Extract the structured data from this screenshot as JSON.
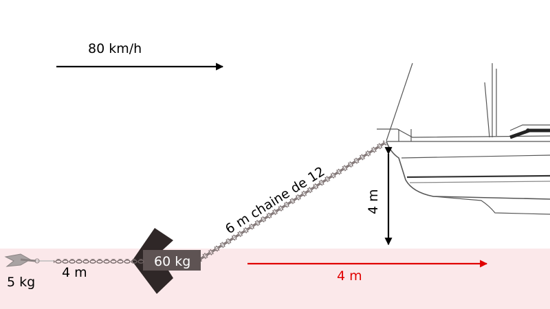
{
  "labels": {
    "wind_speed": "80 km/h",
    "chain_label": "6 m chaine de 12",
    "height": "4 m",
    "weight_label": "60 kg",
    "anchor_weight": "5 kg",
    "rode_length": "4 m",
    "horizontal_distance": "4 m"
  },
  "colors": {
    "seabed": "#fbe8ea",
    "chain": "#7a6e6e",
    "weight_box": "#5e5353",
    "weight_shape": "#2f2727",
    "distance_arrow": "#e00000",
    "arrows": "#000000"
  },
  "icons": {
    "anchor": "anchor-icon",
    "boat": "sailboat-icon",
    "weight": "chevron-weight-icon"
  }
}
